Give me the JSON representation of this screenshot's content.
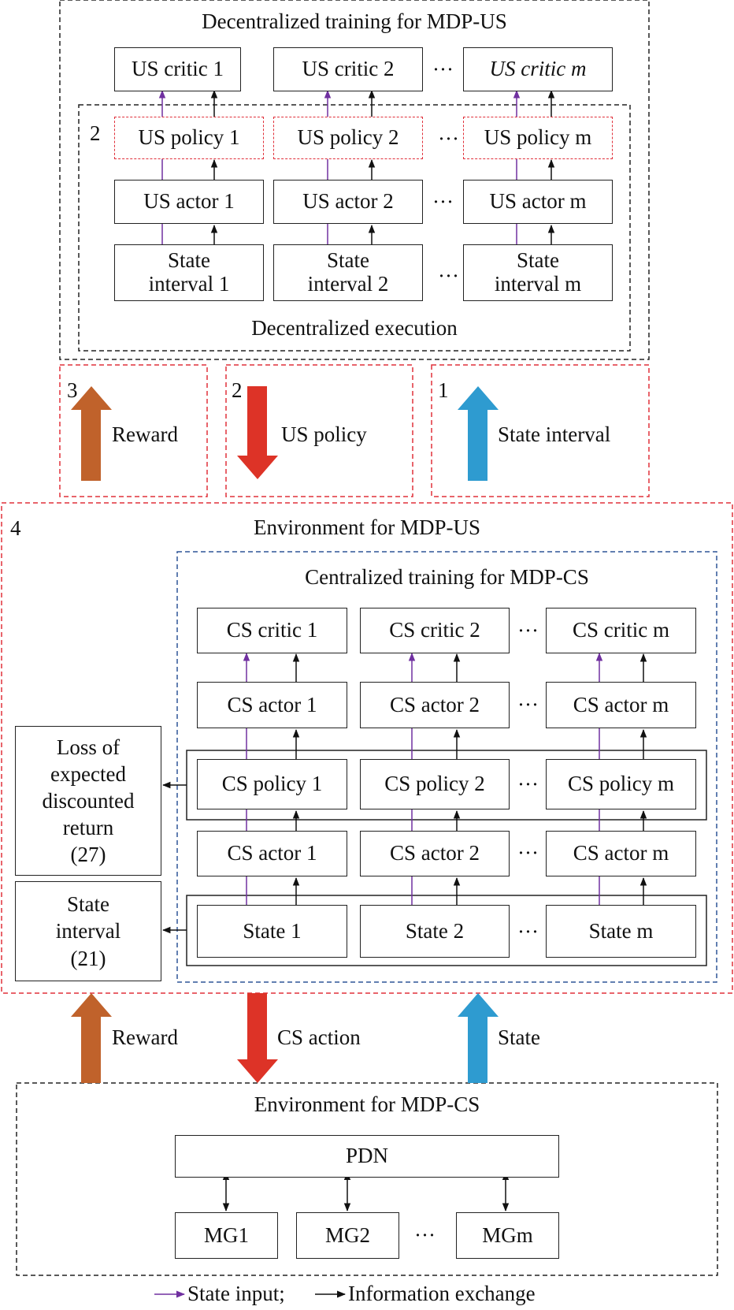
{
  "us_training": {
    "title": "Decentralized training for MDP-US",
    "critics": [
      "US critic 1",
      "US critic 2",
      "US critic m"
    ],
    "policies": [
      "US policy 1",
      "US policy 2",
      "US policy m"
    ],
    "actors": [
      "US actor 1",
      "US actor 2",
      "US actor m"
    ],
    "states": [
      "State\ninterval 1",
      "State\ninterval 2",
      "State\ninterval m"
    ],
    "exec_label": "Decentralized execution",
    "exec_step": "2"
  },
  "ellipsis": "···",
  "middle_flows": [
    {
      "step": "3",
      "label": "Reward",
      "color": "#c0622b",
      "direction": "up"
    },
    {
      "step": "2",
      "label": "US policy",
      "color": "#dd3327",
      "direction": "down"
    },
    {
      "step": "1",
      "label": "State interval",
      "color": "#2e9bd0",
      "direction": "up"
    }
  ],
  "env_us": {
    "step": "4",
    "title": "Environment for MDP-US",
    "cs_title": "Centralized training for MDP-CS",
    "critics": [
      "CS critic 1",
      "CS critic 2",
      "CS critic m"
    ],
    "actors_top": [
      "CS actor 1",
      "CS actor 2",
      "CS actor m"
    ],
    "policies": [
      "CS policy 1",
      "CS policy 2",
      "CS policy m"
    ],
    "actors_bottom": [
      "CS actor 1",
      "CS actor 2",
      "CS actor m"
    ],
    "states": [
      "State 1",
      "State 2",
      "State m"
    ],
    "loss_box": "Loss of\nexpected\ndiscounted\nreturn\n(27)",
    "state_interval_box": "State\ninterval\n(21)"
  },
  "lower_flows": [
    {
      "label": "Reward",
      "color": "#c0622b",
      "direction": "up"
    },
    {
      "label": "CS action",
      "color": "#dd3327",
      "direction": "down"
    },
    {
      "label": "State",
      "color": "#2e9bd0",
      "direction": "up"
    }
  ],
  "env_cs": {
    "title": "Environment for MDP-CS",
    "pdn": "PDN",
    "mgs": [
      "MG1",
      "MG2",
      "MGm"
    ]
  },
  "legend": {
    "state_input": "State input;",
    "info_exchange": "Information exchange",
    "state_input_color": "#7030a0",
    "info_exchange_color": "#111111"
  }
}
